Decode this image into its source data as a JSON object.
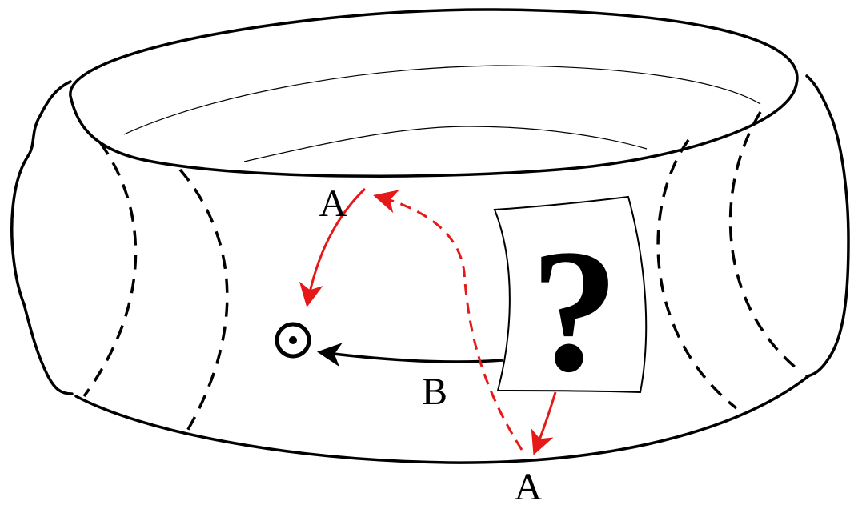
{
  "diagram": {
    "labels": {
      "a_top": "A",
      "a_bottom": "A",
      "b": "B",
      "question": "?"
    },
    "colors": {
      "line": "#000000",
      "red_arrow": "#e61919",
      "background": "#ffffff"
    },
    "icons": {
      "source_point": "circled-dot-icon",
      "unknown_patch": "question-mark-icon"
    }
  }
}
